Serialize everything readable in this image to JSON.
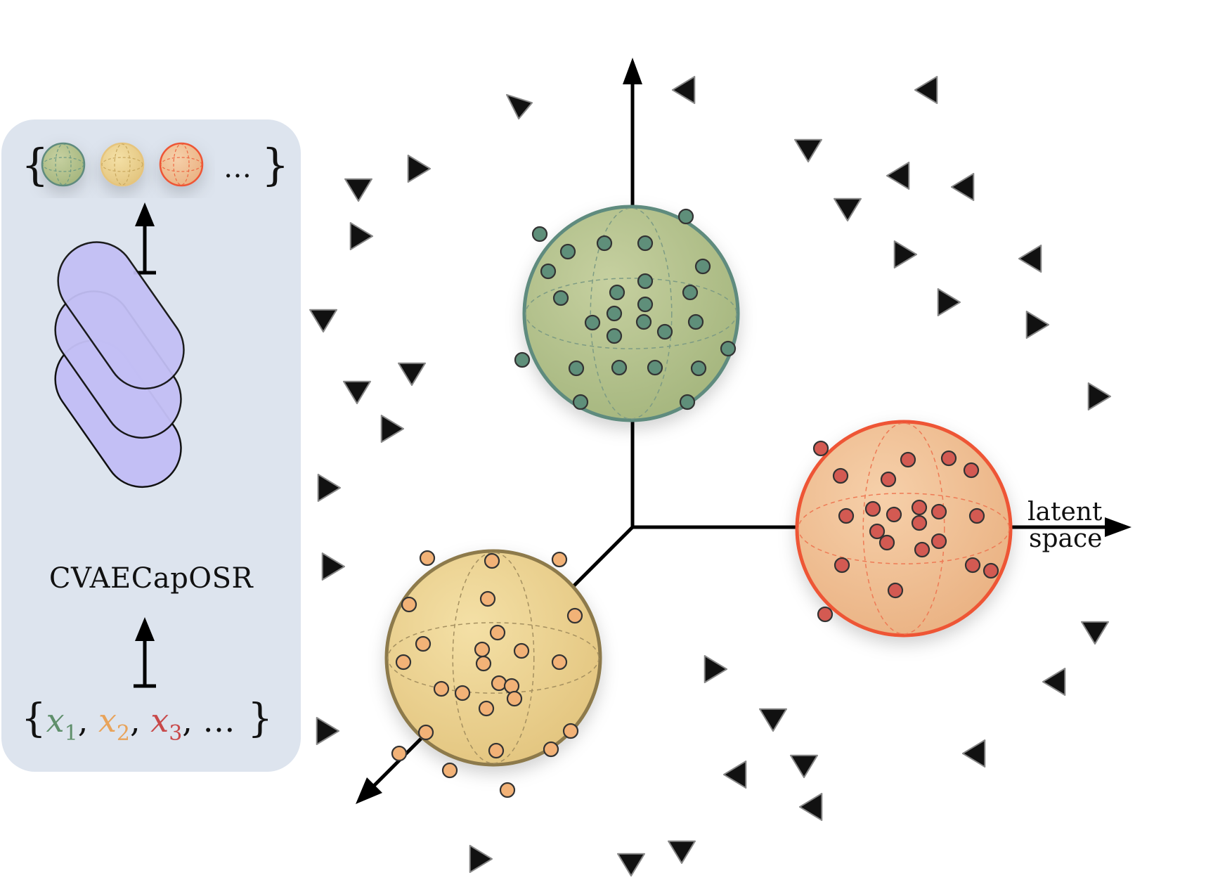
{
  "model": {
    "name": "CVAECapOSR",
    "output_ellipsis": "…",
    "input_vars": [
      {
        "symbol": "x",
        "index": "1",
        "color": "#5f8f6b"
      },
      {
        "symbol": "x",
        "index": "2",
        "color": "#e8a35a"
      },
      {
        "symbol": "x",
        "index": "3",
        "color": "#c8494a"
      }
    ],
    "input_ellipsis": ", …"
  },
  "axes": {
    "x_label_line1": "latent",
    "x_label_line2": "space"
  },
  "colors": {
    "panel": "#dde4ee",
    "capsule_fill": "#c3bff5",
    "green_fill": "#b4c08e",
    "green_stroke": "#5e8b7e",
    "green_dot": "#5f8f7a",
    "yellow_fill": "#ecd494",
    "yellow_stroke": "#8d7a4c",
    "yellow_dot": "#f2b277",
    "orange_fill": "#f1c49a",
    "orange_stroke": "#ee5534",
    "orange_dot": "#d35a52",
    "unknown": "#111111"
  }
}
